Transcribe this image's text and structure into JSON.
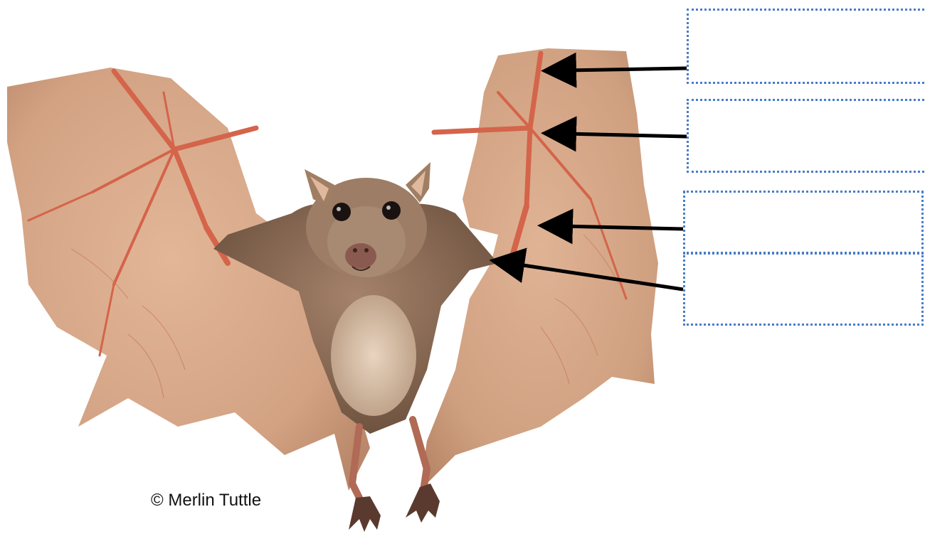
{
  "diagram": {
    "subject": "bat-with-wings-spread",
    "photo_credit": "© Merlin Tuttle",
    "label_boxes": [
      {
        "id": "wing-tip",
        "text": ""
      },
      {
        "id": "thumb-wrist",
        "text": ""
      },
      {
        "id": "wing-membrane",
        "text": ""
      },
      {
        "id": "arm",
        "text": ""
      }
    ],
    "colors": {
      "box_border": "#4a7cc8",
      "arrow": "#000000",
      "membrane": "#d9a98a",
      "bones": "#d4644a",
      "fur": "#8b6a52"
    }
  }
}
